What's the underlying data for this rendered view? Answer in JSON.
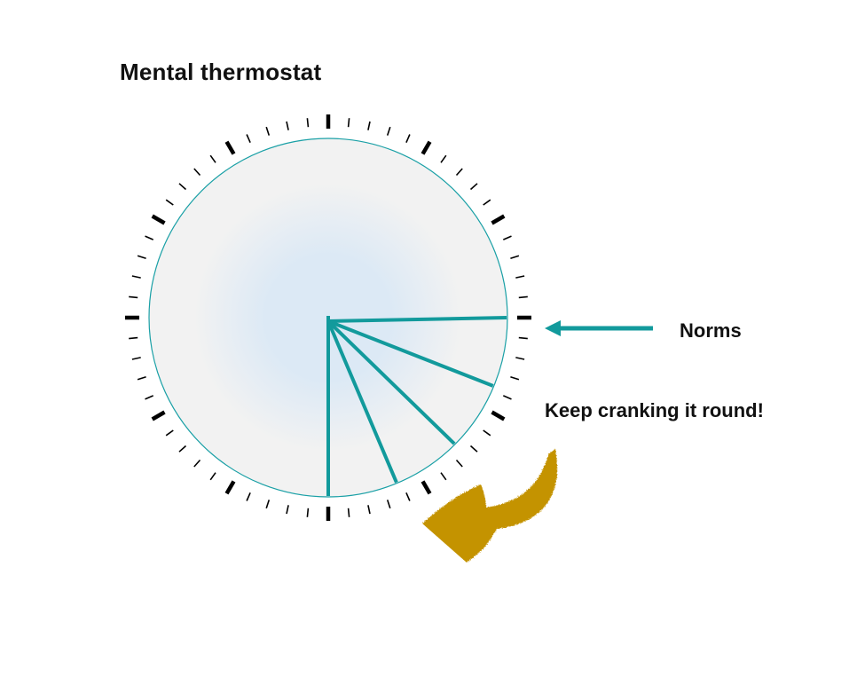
{
  "title": "Mental thermostat",
  "labels": {
    "norms": "Norms",
    "keep_cranking": "Keep cranking it round!"
  },
  "dial": {
    "minor_ticks_per_revolution": 60,
    "major_tick_every": 5,
    "needle_count": 5
  },
  "colors": {
    "needle": "#129a9c",
    "dial_fill": "#f2f2f2",
    "dial_glow": "#dce9f5",
    "dial_border": "#1aa0a6",
    "ticks": "#000000",
    "pointer_arrow": "#129a9c",
    "curved_arrow": "#c49300"
  },
  "icons": {
    "pointer": "arrow-left-icon",
    "rotate": "curved-arrow-icon"
  }
}
